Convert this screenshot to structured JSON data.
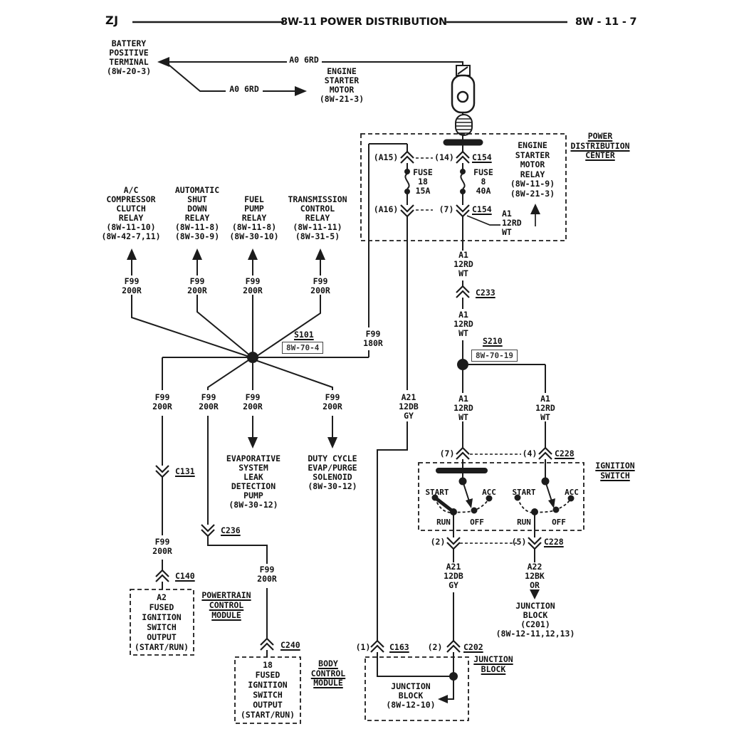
{
  "header": {
    "model": "ZJ",
    "title": "8W-11 POWER DISTRIBUTION",
    "page": "8W - 11 - 7"
  },
  "battery": {
    "terminal": "BATTERY\nPOSITIVE\nTERMINAL\n(8W-20-3)",
    "wire_top": "A0 6RD",
    "wire_bottom": "A0 6RD",
    "starter": "ENGINE\nSTARTER\nMOTOR\n(8W-21-3)"
  },
  "pdc": {
    "label": "POWER\nDISTRIBUTION\nCENTER",
    "relay": "ENGINE\nSTARTER\nMOTOR\nRELAY\n(8W-11-9)\n(8W-21-3)",
    "pin_a15": "(A15)",
    "pin_14": "(14)",
    "c154_top": "C154",
    "fuse18": "FUSE\n18\n15A",
    "fuse8": "FUSE\n8\n40A",
    "pin_a16": "(A16)",
    "pin_7": "(7)",
    "c154_bottom": "C154"
  },
  "wires": {
    "a1": "A1\n12RD\nWT",
    "f99_180r": "F99\n180R",
    "f99_200r": "F99\n200R",
    "a21": "A21\n12DB\nGY",
    "a22": "A22\n12BK\nOR"
  },
  "splices": {
    "s101": "S101",
    "s101_ref": "8W-70-4",
    "s210": "S210",
    "s210_ref": "8W-70-19"
  },
  "connectors": {
    "c233": "C233",
    "c131": "C131",
    "c236": "C236",
    "c140": "C140",
    "c240": "C240",
    "c163": "C163",
    "c202": "C202",
    "c228": "C228",
    "pin1": "(1)",
    "pin2": "(2)",
    "pin4": "(4)",
    "pin5": "(5)",
    "pin7": "(7)"
  },
  "relays": [
    "A/C\nCOMPRESSOR\nCLUTCH\nRELAY\n(8W-11-10)\n(8W-42-7,11)",
    "AUTOMATIC\nSHUT\nDOWN\nRELAY\n(8W-11-8)\n(8W-30-9)",
    "FUEL\nPUMP\nRELAY\n(8W-11-8)\n(8W-30-10)",
    "TRANSMISSION\nCONTROL\nRELAY\n(8W-11-11)\n(8W-31-5)"
  ],
  "loads": {
    "evap": "EVAPORATIVE\nSYSTEM\nLEAK\nDETECTION\nPUMP\n(8W-30-12)",
    "duty": "DUTY CYCLE\nEVAP/PURGE\nSOLENOID\n(8W-30-12)"
  },
  "ignition": {
    "label": "IGNITION\nSWITCH",
    "start": "START",
    "acc": "ACC",
    "run": "RUN",
    "off": "OFF"
  },
  "modules": {
    "pcm": "POWERTRAIN\nCONTROL\nMODULE",
    "pcm_pin": "A2\nFUSED\nIGNITION\nSWITCH\nOUTPUT\n(START/RUN)",
    "bcm": "BODY\nCONTROL\nMODULE",
    "bcm_pin": "18\nFUSED\nIGNITION\nSWITCH\nOUTPUT\n(START/RUN)"
  },
  "junction": {
    "right_label": "JUNCTION\nBLOCK",
    "inner": "JUNCTION\nBLOCK\n(8W-12-10)",
    "c201": "JUNCTION\nBLOCK\n(C201)\n(8W-12-11,12,13)"
  },
  "colors": {
    "line": "#1c1c1c",
    "background": "#ffffff"
  }
}
